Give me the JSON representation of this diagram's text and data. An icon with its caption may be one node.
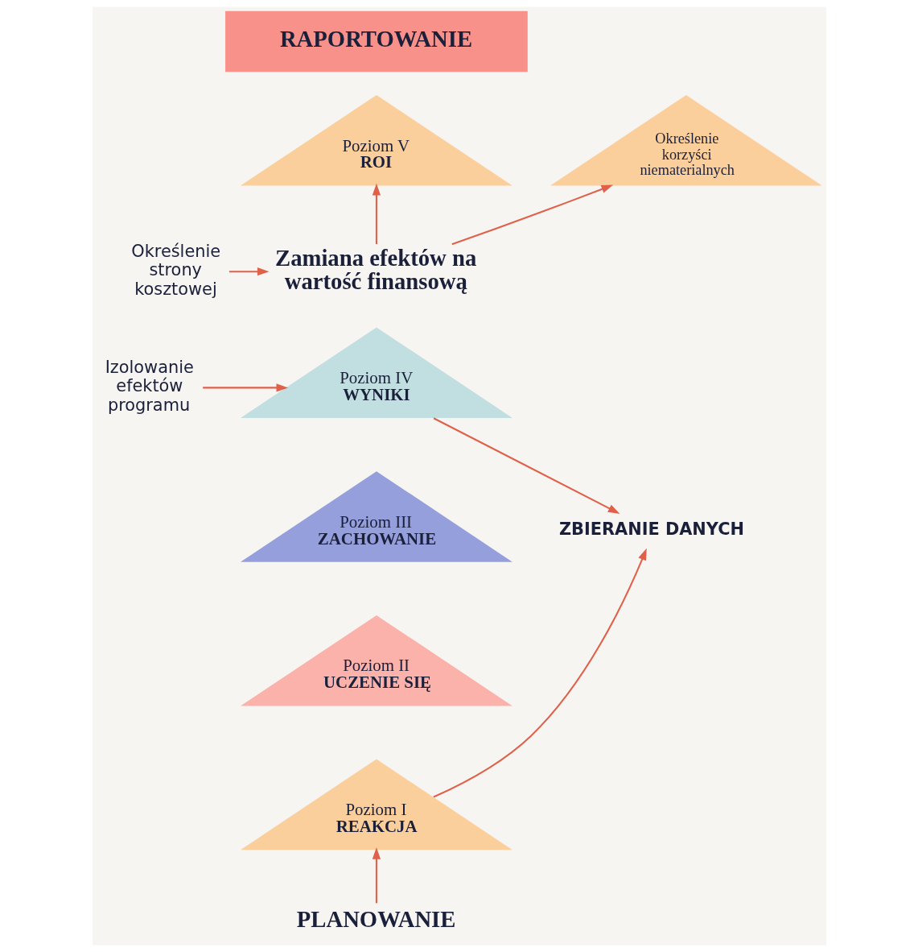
{
  "diagram": {
    "nodes": [
      {
        "text": [
          "RAPORTOWANIE"
        ]
      },
      {
        "text": [
          "Poziom V",
          "ROI"
        ]
      },
      {
        "text": [
          "Określenie korzyści niematerialnych"
        ]
      },
      {
        "text": [
          "Określenie strony kosztowej"
        ]
      },
      {
        "text": [
          "Zamiana efektów na wartość finansową"
        ]
      },
      {
        "text": [
          "Izolowanie efektów programu"
        ]
      },
      {
        "text": [
          "Poziom IV",
          "WYNIKI"
        ]
      },
      {
        "text": [
          "Poziom III",
          "ZACHOWANIE"
        ]
      },
      {
        "text": [
          "Poziom II",
          "UCZENIE SIĘ"
        ]
      },
      {
        "text": [
          "Poziom I",
          "REAKCJA"
        ]
      },
      {
        "text": [
          "ZBIERANIE DANYCH"
        ]
      },
      {
        "text": [
          "PLANOWANIE"
        ]
      }
    ],
    "edges": [
      {
        "from": 11,
        "to": 9,
        "arrow": "to"
      },
      {
        "from": 3,
        "to": 4,
        "arrow": "to"
      },
      {
        "from": 4,
        "to": 1,
        "arrow": "to"
      },
      {
        "from": 4,
        "to": 2,
        "arrow": "to"
      },
      {
        "from": 5,
        "to": 6,
        "arrow": "to"
      },
      {
        "from": 6,
        "to": 10,
        "arrow": "to"
      },
      {
        "from": 9,
        "to": 10,
        "arrow": "to"
      }
    ]
  }
}
